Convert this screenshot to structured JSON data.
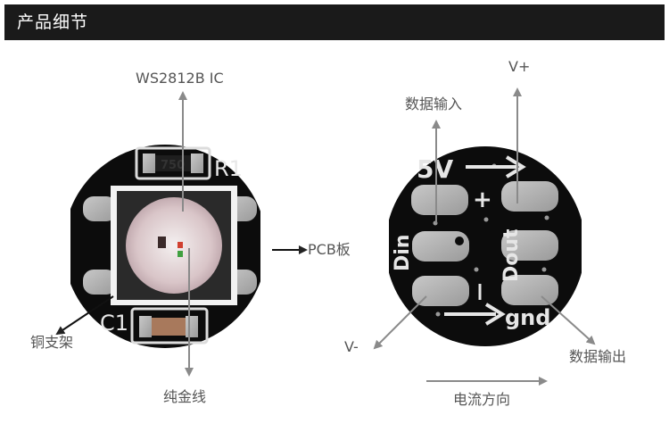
{
  "header": {
    "title": "产品细节"
  },
  "left_board": {
    "labels": {
      "ic": "WS2812B IC",
      "pcb": "PCB板",
      "bracket": "铜支架",
      "wire": "纯金线"
    },
    "silkscreen": {
      "resistor_value": "750",
      "resistor_ref": "R1",
      "capacitor_ref": "C1"
    }
  },
  "right_board": {
    "labels": {
      "data_in": "数据输入",
      "vplus": "V+",
      "vminus": "V-",
      "data_out": "数据输出",
      "current_direction": "电流方向"
    },
    "silkscreen": {
      "five_v": "5V",
      "plus": "+",
      "din": "Din",
      "dout": "Dout",
      "gnd": "gnd"
    }
  },
  "colors": {
    "header_bg": "#1a1a1a",
    "board": "#0c0c0c",
    "pad": "#b4b4b4",
    "arrow": "#8a8a8a",
    "label_text": "#555555"
  }
}
